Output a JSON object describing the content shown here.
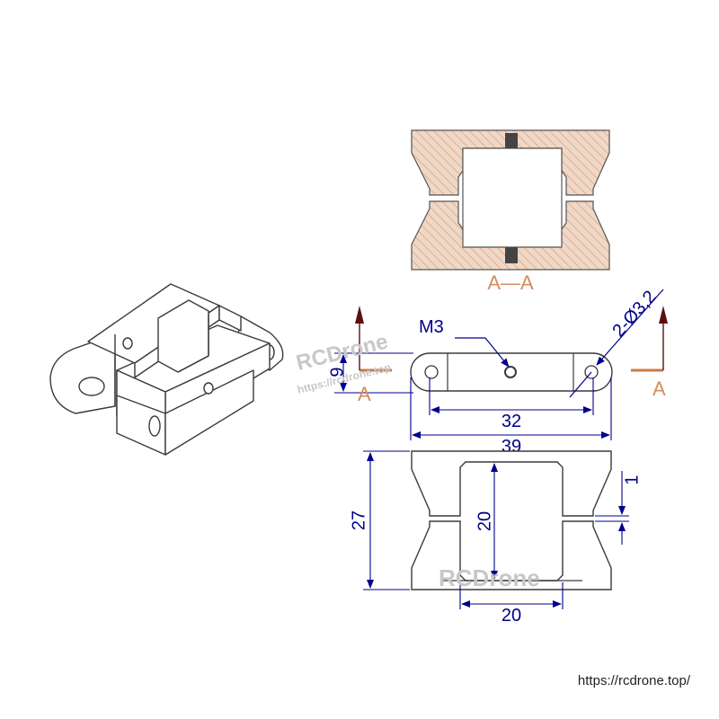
{
  "colors": {
    "outline": "#3a3a3a",
    "dimension": "#00008b",
    "section_fill": "#efd8c6",
    "section_hatch": "#d9a07e",
    "section_label": "#d98a5c",
    "arrow_dark": "#5a1010",
    "watermark": "#c8c8c8"
  },
  "section_view": {
    "label": "A—A"
  },
  "top_view": {
    "thread_label": "M3",
    "holes_label": "2-Ø3,2",
    "height_dim": "9",
    "inner_length_dim": "32",
    "overall_length_dim": "39",
    "section_marker_left": "A",
    "section_marker_right": "A"
  },
  "front_view": {
    "height_dim": "27",
    "opening_dim": "20",
    "gap_dim": "1",
    "width_dim": "20"
  },
  "watermarks": {
    "brand": "RCDrone",
    "url_small": "https://rcdrone.top",
    "url_footer": "https://rcdrone.top/"
  }
}
